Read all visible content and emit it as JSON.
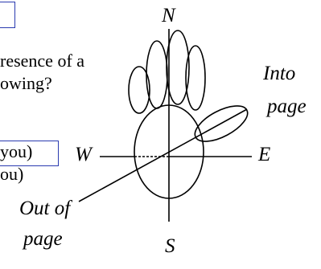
{
  "text_fragments": {
    "line1": "resence of a",
    "line2": "owing?",
    "line3": "you)",
    "line4": "ou)"
  },
  "directions": {
    "north": "N",
    "south": "S",
    "east": "E",
    "west": "W",
    "into_line1": "Into",
    "into_line2": "page",
    "out_line1": "Out of",
    "out_line2": "page"
  },
  "colors": {
    "box_border": "#2a3ab0",
    "stroke": "#000000"
  }
}
